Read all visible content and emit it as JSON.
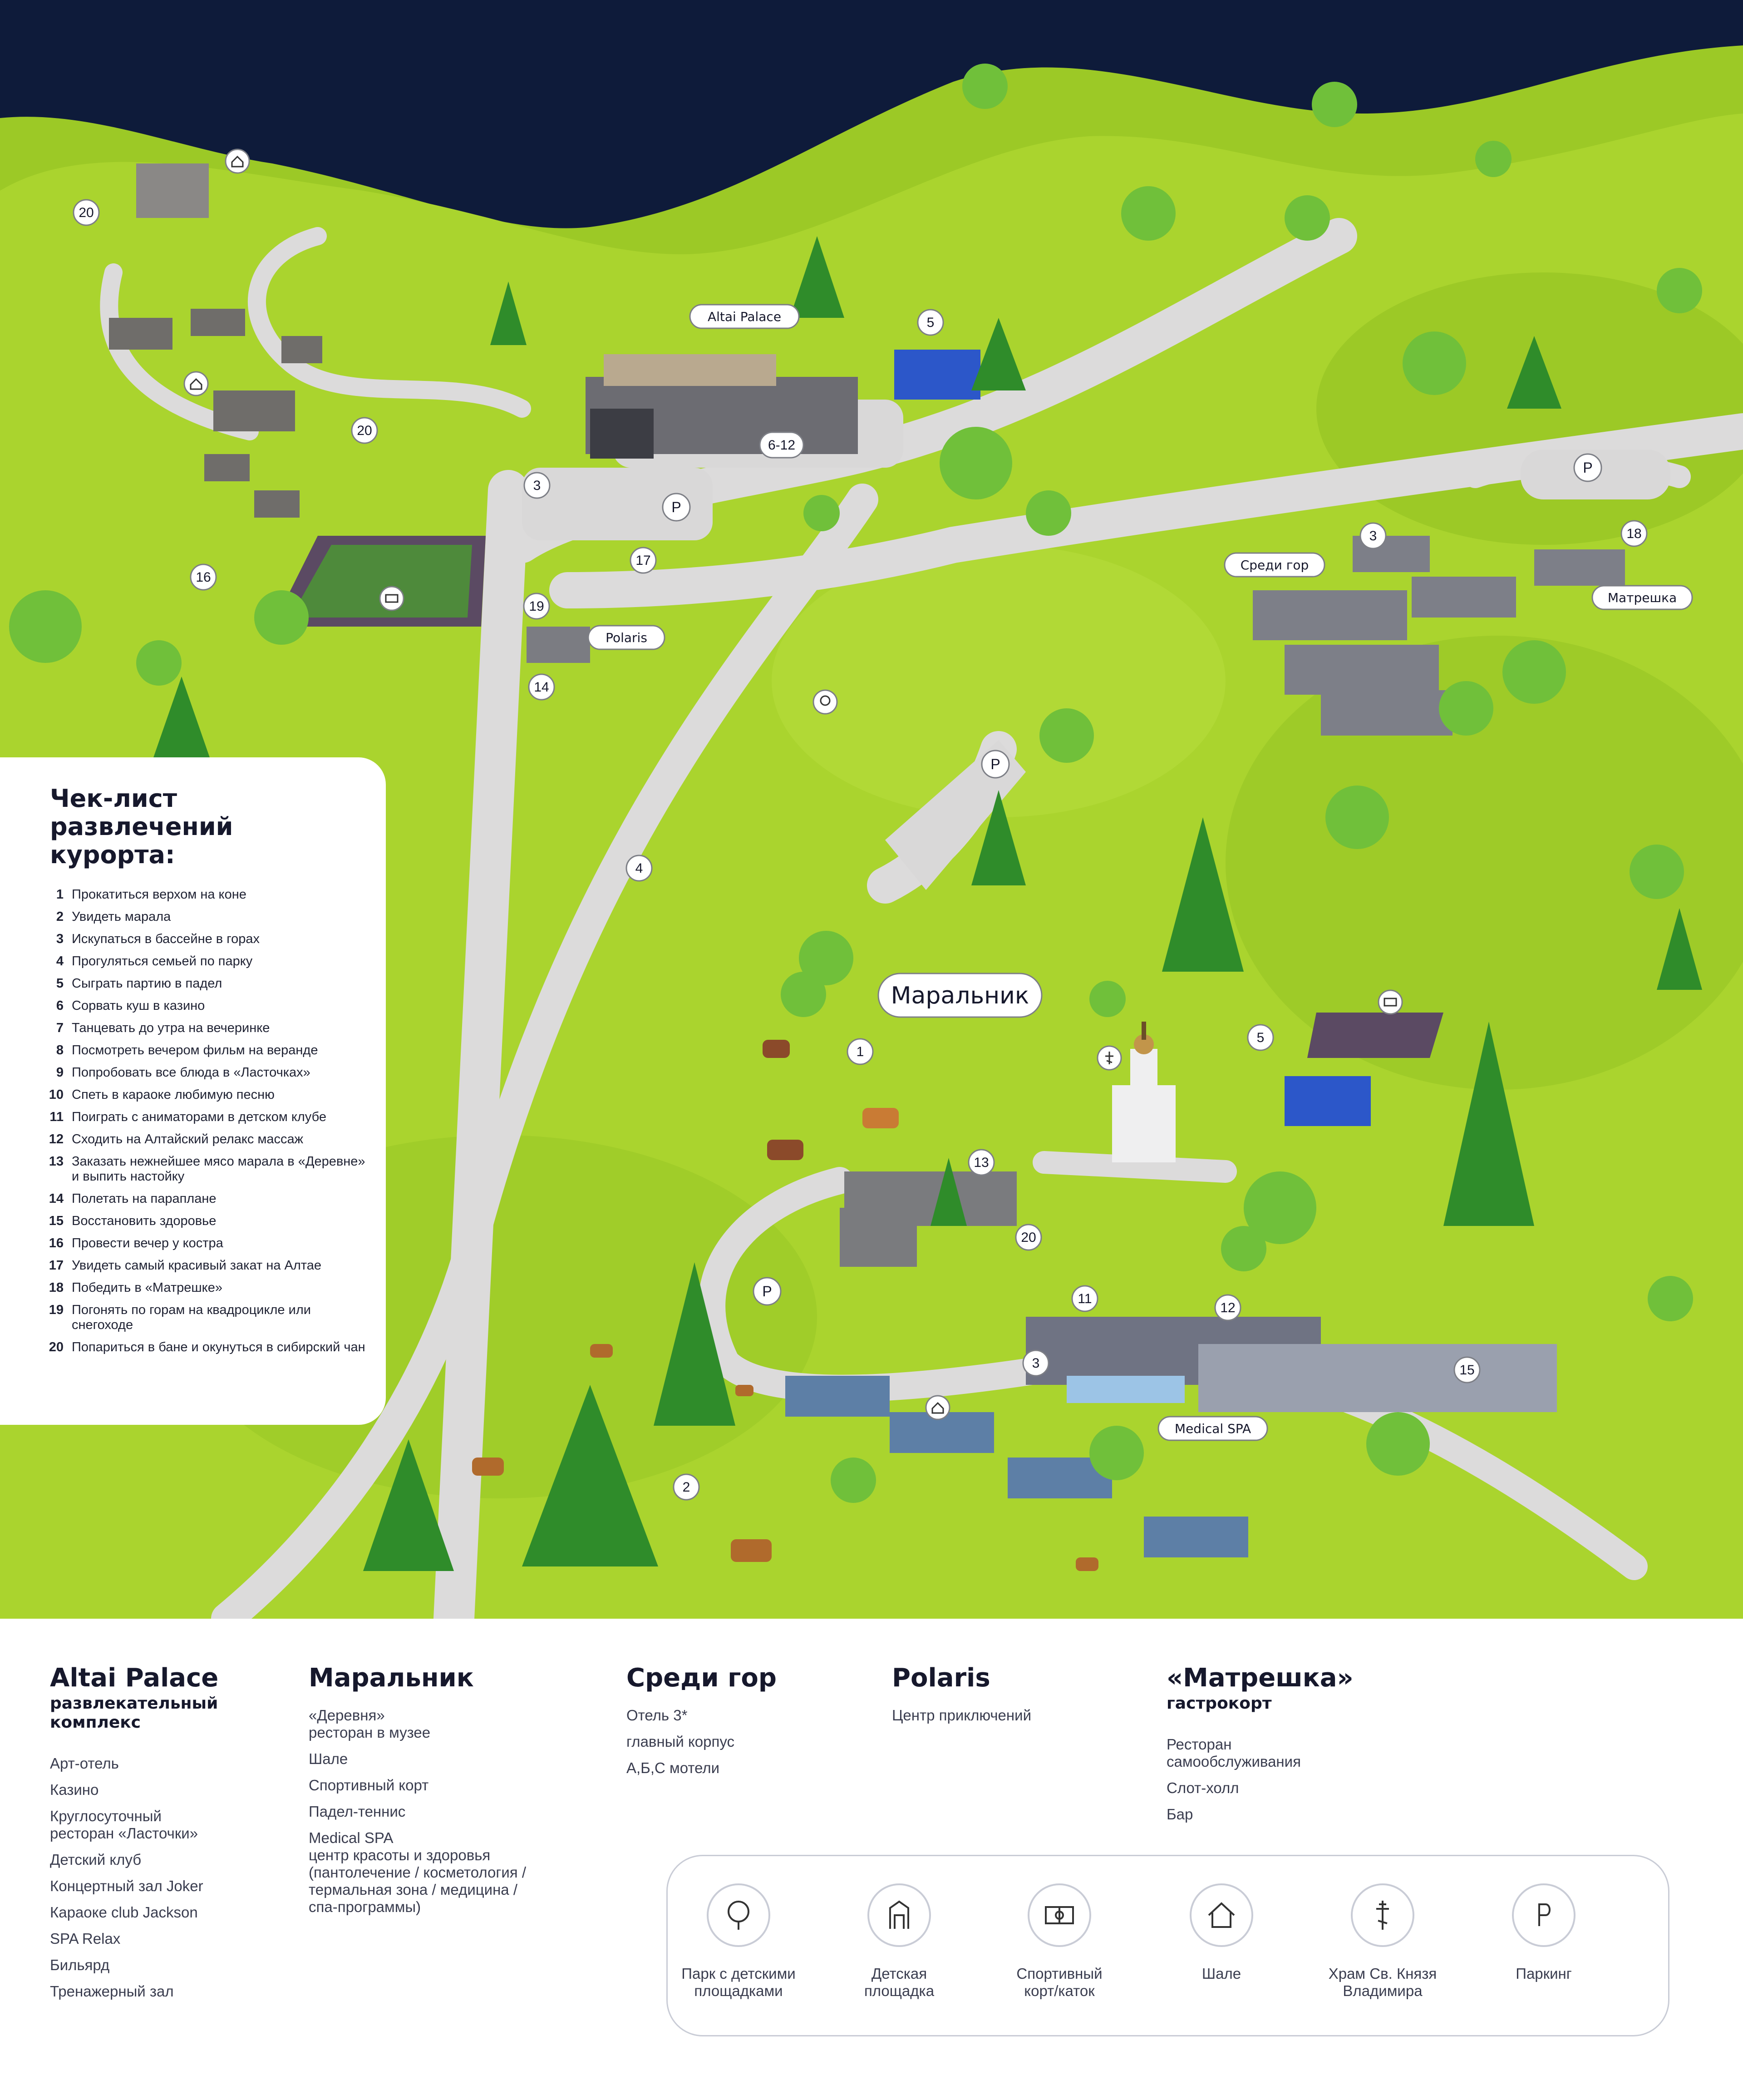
{
  "checklist": {
    "title": "Чек-лист развлечений курорта:",
    "items": [
      {
        "n": "1",
        "t": "Прокатиться верхом на коне"
      },
      {
        "n": "2",
        "t": "Увидеть марала"
      },
      {
        "n": "3",
        "t": "Искупаться в бассейне в горах"
      },
      {
        "n": "4",
        "t": "Прогуляться семьей по парку"
      },
      {
        "n": "5",
        "t": "Сыграть партию в падел"
      },
      {
        "n": "6",
        "t": "Сорвать куш в казино"
      },
      {
        "n": "7",
        "t": "Танцевать до утра на вечеринке"
      },
      {
        "n": "8",
        "t": "Посмотреть вечером фильм на веранде"
      },
      {
        "n": "9",
        "t": "Попробовать все блюда в «Ласточках»"
      },
      {
        "n": "10",
        "t": "Спеть в караоке любимую песню"
      },
      {
        "n": "11",
        "t": "Поиграть с аниматорами в детском клубе"
      },
      {
        "n": "12",
        "t": "Сходить на Алтайский релакс массаж"
      },
      {
        "n": "13",
        "t": "Заказать нежнейшее мясо марала в «Деревне» и выпить настойку"
      },
      {
        "n": "14",
        "t": "Полетать на параплане"
      },
      {
        "n": "15",
        "t": "Восстановить здоровье"
      },
      {
        "n": "16",
        "t": "Провести вечер у костра"
      },
      {
        "n": "17",
        "t": "Увидеть самый красивый закат на Алтае"
      },
      {
        "n": "18",
        "t": "Победить в «Матрешке»"
      },
      {
        "n": "19",
        "t": "Погонять по горам на квадроцикле или снегоходе"
      },
      {
        "n": "20",
        "t": "Попариться в бане и окунуться в сибирский чан"
      }
    ]
  },
  "map": {
    "labels": {
      "altai_palace": "Altai Palace",
      "polaris": "Polaris",
      "sredi_gor": "Среди гор",
      "matreshka": "Матрешка",
      "maralnik": "Маральник",
      "medical_spa": "Medical SPA"
    },
    "markers": [
      {
        "id": "m20a",
        "label": "20"
      },
      {
        "id": "m20b",
        "label": "20"
      },
      {
        "id": "m16",
        "label": "16"
      },
      {
        "id": "m3a",
        "label": "3"
      },
      {
        "id": "m6_12",
        "label": "6-12"
      },
      {
        "id": "m5a",
        "label": "5"
      },
      {
        "id": "m17",
        "label": "17"
      },
      {
        "id": "m19",
        "label": "19"
      },
      {
        "id": "m14",
        "label": "14"
      },
      {
        "id": "m4",
        "label": "4"
      },
      {
        "id": "m3b",
        "label": "3"
      },
      {
        "id": "m18",
        "label": "18"
      },
      {
        "id": "m1",
        "label": "1"
      },
      {
        "id": "m5b",
        "label": "5"
      },
      {
        "id": "m13",
        "label": "13"
      },
      {
        "id": "m20c",
        "label": "20"
      },
      {
        "id": "m11",
        "label": "11"
      },
      {
        "id": "m12",
        "label": "12"
      },
      {
        "id": "m3c",
        "label": "3"
      },
      {
        "id": "m15",
        "label": "15"
      },
      {
        "id": "m2",
        "label": "2"
      }
    ],
    "parking": [
      {
        "id": "p1",
        "label": "P"
      },
      {
        "id": "p2",
        "label": "P"
      },
      {
        "id": "p3",
        "label": "P"
      },
      {
        "id": "p4",
        "label": "P"
      }
    ]
  },
  "footer": {
    "columns": [
      {
        "title": "Altai Palace",
        "sub": "развлекательный\nкомплекс",
        "items": [
          "Арт-отель",
          "Казино",
          "Круглосуточный\nресторан «Ласточки»",
          "Детский клуб",
          "Концертный зал Joker",
          "Караоке club Jackson",
          "SPA Relax",
          "Бильярд",
          "Тренажерный зал"
        ]
      },
      {
        "title": "Маральник",
        "sub": "",
        "items": [
          "«Деревня»\nресторан в музее",
          "Шале",
          "Спортивный корт",
          "Падел-теннис",
          "Medical SPA\nцентр красоты и здоровья\n(пантолечение / косметология /\nтермальная зона / медицина /\nспа-программы)"
        ]
      },
      {
        "title": "Среди гор",
        "sub": "",
        "items": [
          "Отель 3*",
          "главный корпус",
          "А,Б,С мотели"
        ]
      },
      {
        "title": "Polaris",
        "sub": "",
        "items": [
          "Центр приключений"
        ]
      },
      {
        "title": "«Матрешка»",
        "sub": "гастрокорт",
        "items": [
          "Ресторан\nсамообслуживания",
          "Слот-холл",
          "Бар"
        ]
      }
    ],
    "legend": [
      {
        "icon": "tree-icon",
        "text": "Парк с детскими\nплощадками"
      },
      {
        "icon": "playground-icon",
        "text": "Детская\nплощадка"
      },
      {
        "icon": "sports-court-icon",
        "text": "Спортивный\nкорт/каток"
      },
      {
        "icon": "chalet-icon",
        "text": "Шале"
      },
      {
        "icon": "orthodox-cross-icon",
        "text": "Храм Св. Князя\nВладимира"
      },
      {
        "icon": "parking-icon",
        "text": "Паркинг"
      }
    ]
  },
  "colors": {
    "sky": "#0e1b3a",
    "grass": "#a9d22c",
    "grass_dark": "#8fbd22",
    "road": "#dfdede",
    "tree": "#6fbf3a",
    "pine": "#2f8c2a"
  }
}
